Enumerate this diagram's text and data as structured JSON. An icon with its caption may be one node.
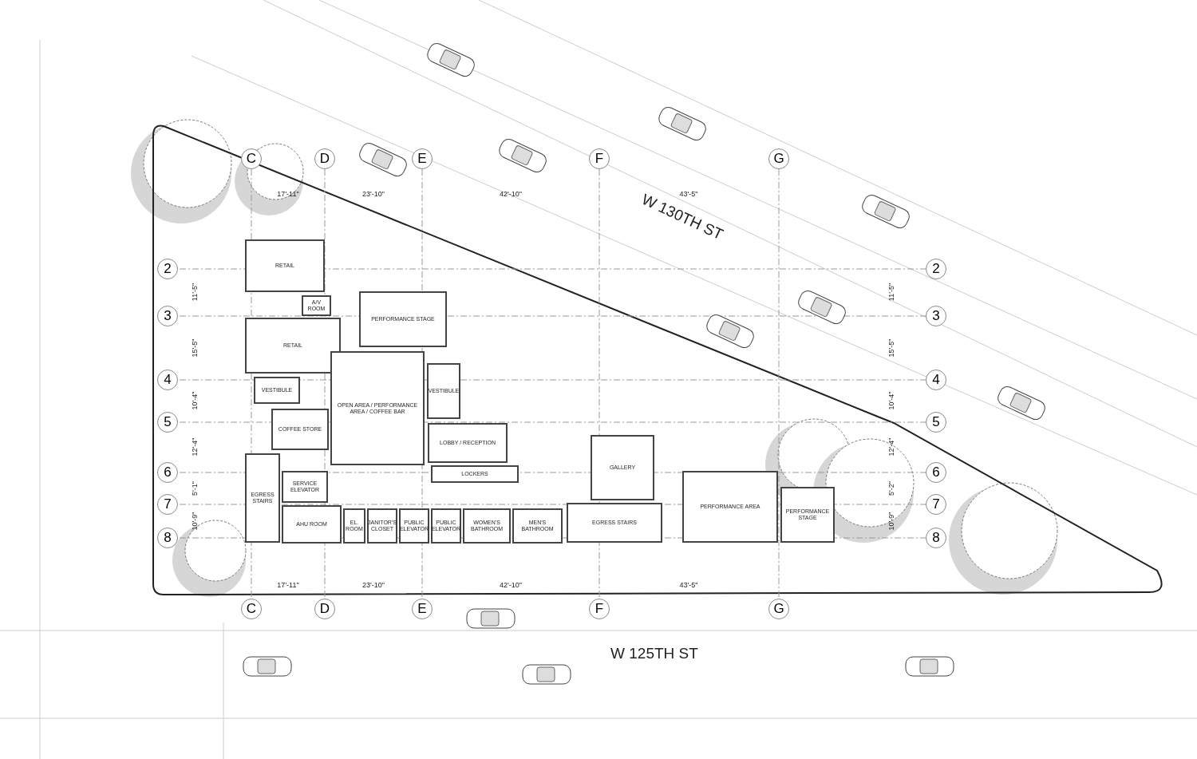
{
  "diagram": {
    "nodes": [
      {
        "text": [
          "RETAIL"
        ]
      },
      {
        "text": [
          "A/V ROOM"
        ]
      },
      {
        "text": [
          "RETAIL"
        ]
      },
      {
        "text": [
          "PERFORMANCE STAGE"
        ]
      },
      {
        "text": [
          "VESTIBULE"
        ]
      },
      {
        "text": [
          "VESTIBULE"
        ]
      },
      {
        "text": [
          "COFFEE STORE"
        ]
      },
      {
        "text": [
          "OPEN AREA / PERFORMANCE AREA / COFFEE BAR"
        ]
      },
      {
        "text": [
          "LOBBY / RECEPTION"
        ]
      },
      {
        "text": [
          "LOCKERS"
        ]
      },
      {
        "text": [
          "GALLERY"
        ]
      },
      {
        "text": [
          "EGRESS STAIRS"
        ]
      },
      {
        "text": [
          "SERVICE ELEVATOR"
        ]
      },
      {
        "text": [
          "AHU ROOM"
        ]
      },
      {
        "text": [
          "EL. ROOM"
        ]
      },
      {
        "text": [
          "JANITOR'S CLOSET"
        ]
      },
      {
        "text": [
          "PUBLIC ELEVATOR"
        ]
      },
      {
        "text": [
          "PUBLIC ELEVATOR"
        ]
      },
      {
        "text": [
          "WOMEN'S BATHROOM"
        ]
      },
      {
        "text": [
          "MEN'S BATHROOM"
        ]
      },
      {
        "text": [
          "EGRESS STAIRS"
        ]
      },
      {
        "text": [
          "PERFORMANCE AREA"
        ]
      },
      {
        "text": [
          "PERFORMANCE STAGE"
        ]
      }
    ],
    "labels": [
      "W 130TH ST",
      "C",
      "D",
      "E",
      "F",
      "G",
      "17'-11\"",
      "23'-10\"",
      "42'-10\"",
      "43'-5\"",
      "2",
      "3",
      "4",
      "5",
      "6",
      "7",
      "8",
      "11'-5\"",
      "15'-5\"",
      "10'-4\"",
      "12'-4\"",
      "5'-1\"",
      "10'-9\"",
      "2",
      "3",
      "4",
      "5",
      "6",
      "7",
      "8",
      "11'-5\"",
      "15'-5\"",
      "10'-4\"",
      "12'-4\"",
      "5'-2\"",
      "10'-9\"",
      "17'-11\"",
      "23'-10\"",
      "42'-10\"",
      "43'-5\"",
      "C",
      "D",
      "E",
      "F",
      "G",
      "W 125TH ST"
    ]
  }
}
